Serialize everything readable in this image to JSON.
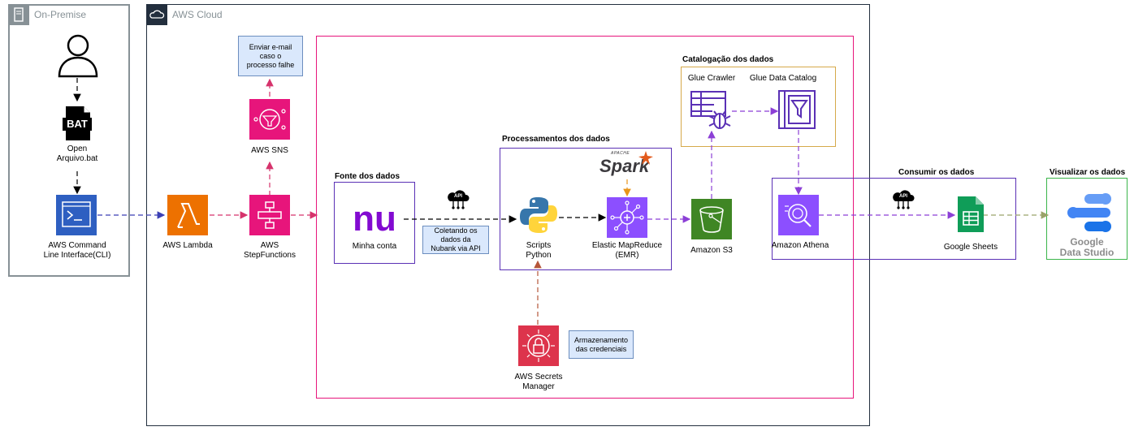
{
  "groups": {
    "on_premise": "On-Premise",
    "aws_cloud": "AWS Cloud"
  },
  "sections": {
    "fonte": "Fonte dos dados",
    "processamentos": "Processamentos dos dados",
    "catalogacao": "Catalogação dos dados",
    "consumir": "Consumir os dados",
    "visualizar": "Visualizar os dados"
  },
  "nodes": {
    "user": "",
    "bat_badge": "BAT",
    "bat": "Open\nArquivo.bat",
    "cli": "AWS Command\nLine Interface(CLI)",
    "lambda": "AWS Lambda",
    "stepfunctions": "AWS\nStepFunctions",
    "sns": "AWS SNS",
    "nubank_logo": "nu",
    "nubank": "Minha conta",
    "scripts": "Scripts\nPython",
    "spark": "Spark",
    "spark_apache": "APACHE",
    "emr": "Elastic MapReduce\n(EMR)",
    "s3": "Amazon S3",
    "glue_crawler": "Glue Crawler",
    "glue_catalog": "Glue Data Catalog",
    "athena": "Amazon Athena",
    "sheets": "Google Sheets",
    "datastudio": "Google\nData Studio",
    "secrets": "AWS Secrets\nManager",
    "api_badge": "API"
  },
  "notes": {
    "email": "Enviar e-mail\ncaso o\nprocesso falhe",
    "coletando": "Coletando os\ndados da\nNubank via API",
    "armazenamento": "Armazenamento\ndas credenciais"
  },
  "colors": {
    "on_premise_border": "#879196",
    "aws_cloud_border": "#232f3e",
    "pink_group": "#e7157b",
    "purple_group": "#5a30b5",
    "catalog_group": "#d6a94a",
    "green_group": "#3bb54a",
    "lambda": "#ed7100",
    "pink_service": "#e7157b",
    "emr": "#8c4fff",
    "s3": "#3f8624",
    "secrets": "#dd344c",
    "cli": "#2e5fc1",
    "nubank": "#820ad1",
    "sheets": "#0f9d58",
    "datastudio_text": "#8c8c8c"
  }
}
